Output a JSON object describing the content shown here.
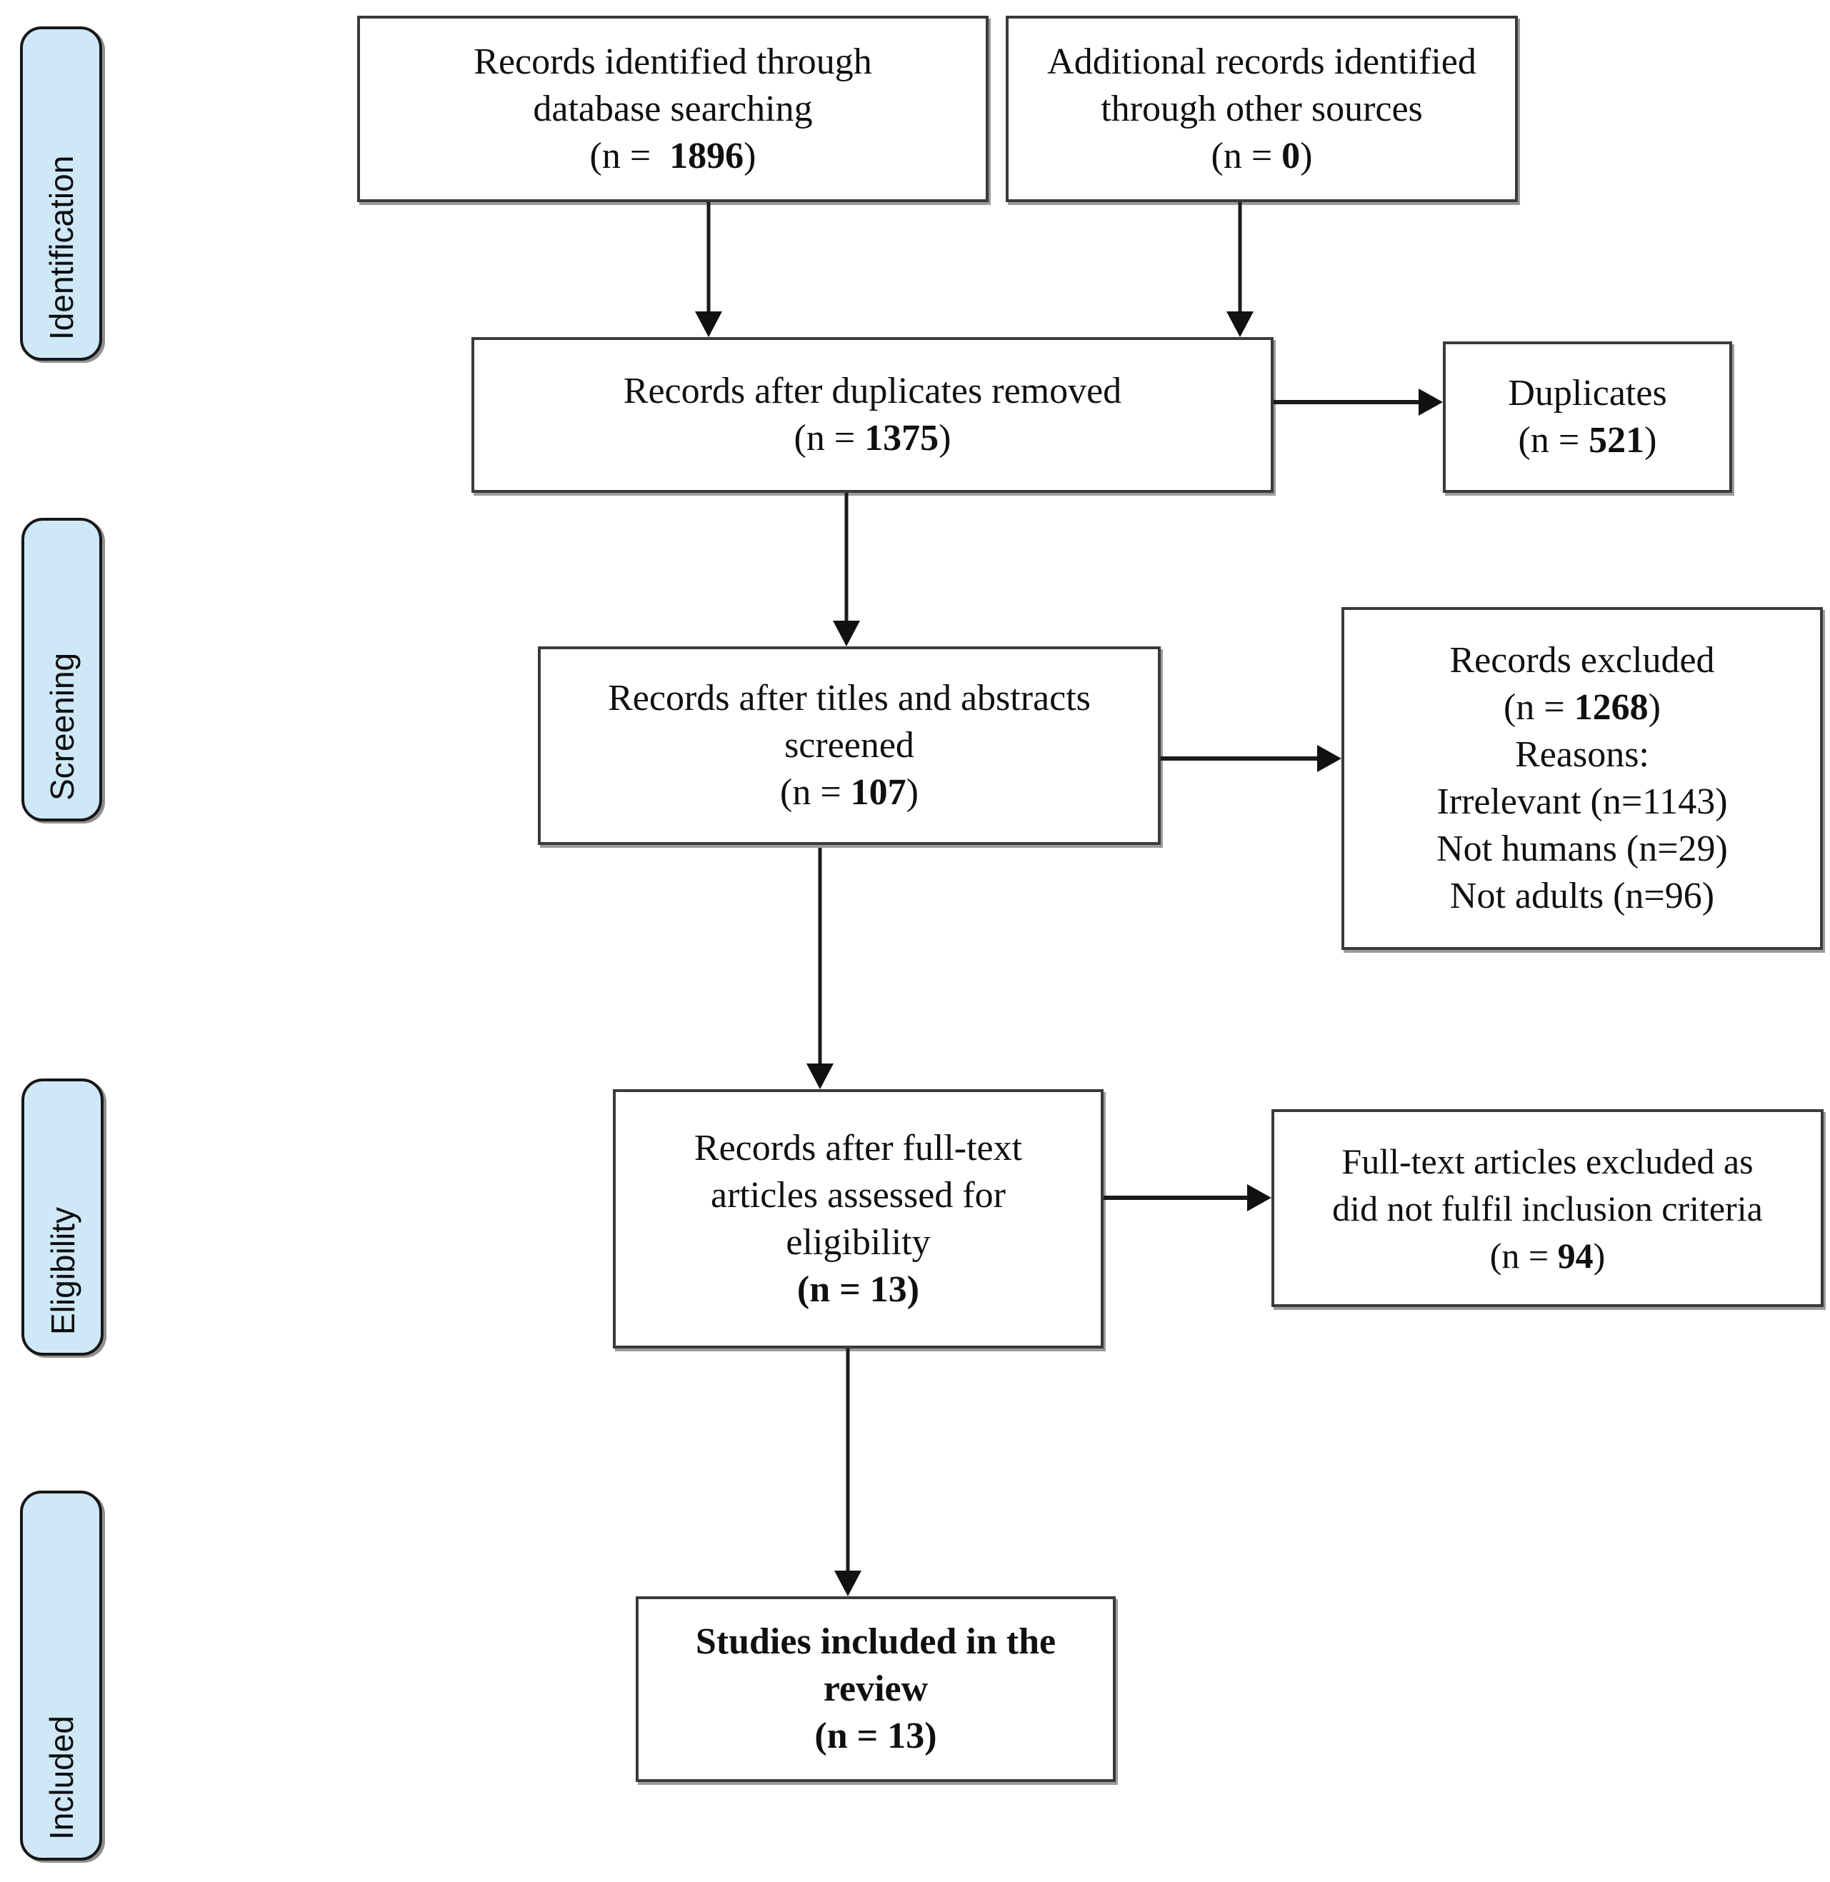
{
  "colors": {
    "stage_fill": "#cfe8f8",
    "stage_border": "#171717",
    "box_border": "#3a3a3a",
    "arrow": "#1b1b1b",
    "text": "#101010"
  },
  "stages": {
    "identification": "Identification",
    "screening": "Screening",
    "eligibility": "Eligibility",
    "included": "Included"
  },
  "boxes": {
    "identified": {
      "line1": "Records identified through",
      "line2": "database searching",
      "n_prefix": "(n =  ",
      "n_value": "1896",
      "n_suffix": ")"
    },
    "additional": {
      "line1": "Additional records identified",
      "line2": "through other sources",
      "n_prefix": "(n = ",
      "n_value": "0",
      "n_suffix": ")"
    },
    "deduplicated": {
      "line1": "Records after duplicates removed",
      "n_prefix": "(n = ",
      "n_value": "1375",
      "n_suffix": ")"
    },
    "duplicates": {
      "line1": "Duplicates",
      "n_prefix": "(n = ",
      "n_value": "521",
      "n_suffix": ")"
    },
    "screened": {
      "line1": "Records after titles and abstracts",
      "line2": "screened",
      "n_prefix": "(n = ",
      "n_value": "107",
      "n_suffix": ")"
    },
    "excluded": {
      "line1": "Records excluded",
      "n_prefix": "(n = ",
      "n_value": "1268",
      "n_suffix": ")",
      "reasons_label": "Reasons:",
      "reason1": "Irrelevant (n=1143)",
      "reason2": "Not humans (n=29)",
      "reason3": "Not adults (n=96)"
    },
    "assessed": {
      "line1": "Records after full-text",
      "line2": "articles assessed for",
      "line3": "eligibility",
      "n_prefix": "(n = ",
      "n_value": "13",
      "n_suffix": ")"
    },
    "fulltext_excluded": {
      "line1": "Full-text articles excluded as",
      "line2": "did not fulfil inclusion criteria",
      "n_prefix": "(n = ",
      "n_value": "94",
      "n_suffix": ")"
    },
    "included_studies": {
      "line1": "Studies included in the",
      "line2": "review",
      "n_prefix": "(n = ",
      "n_value": "13",
      "n_suffix": ")"
    }
  }
}
